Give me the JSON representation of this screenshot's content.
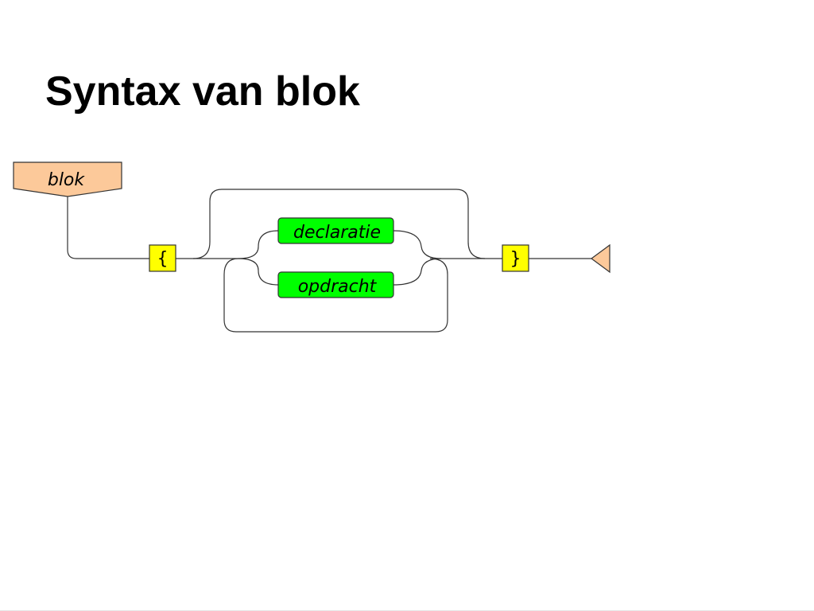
{
  "slide": {
    "title": "Syntax van blok"
  },
  "diagram": {
    "rule_name": "blok",
    "open_brace": "{",
    "close_brace": "}",
    "alternatives": [
      "declaratie",
      "opdracht"
    ],
    "colors": {
      "rule_fill": "#fcc99a",
      "terminal_fill": "#ffff00",
      "nonterminal_fill": "#00ff00",
      "end_fill": "#fcc99a",
      "line": "#333333"
    }
  }
}
